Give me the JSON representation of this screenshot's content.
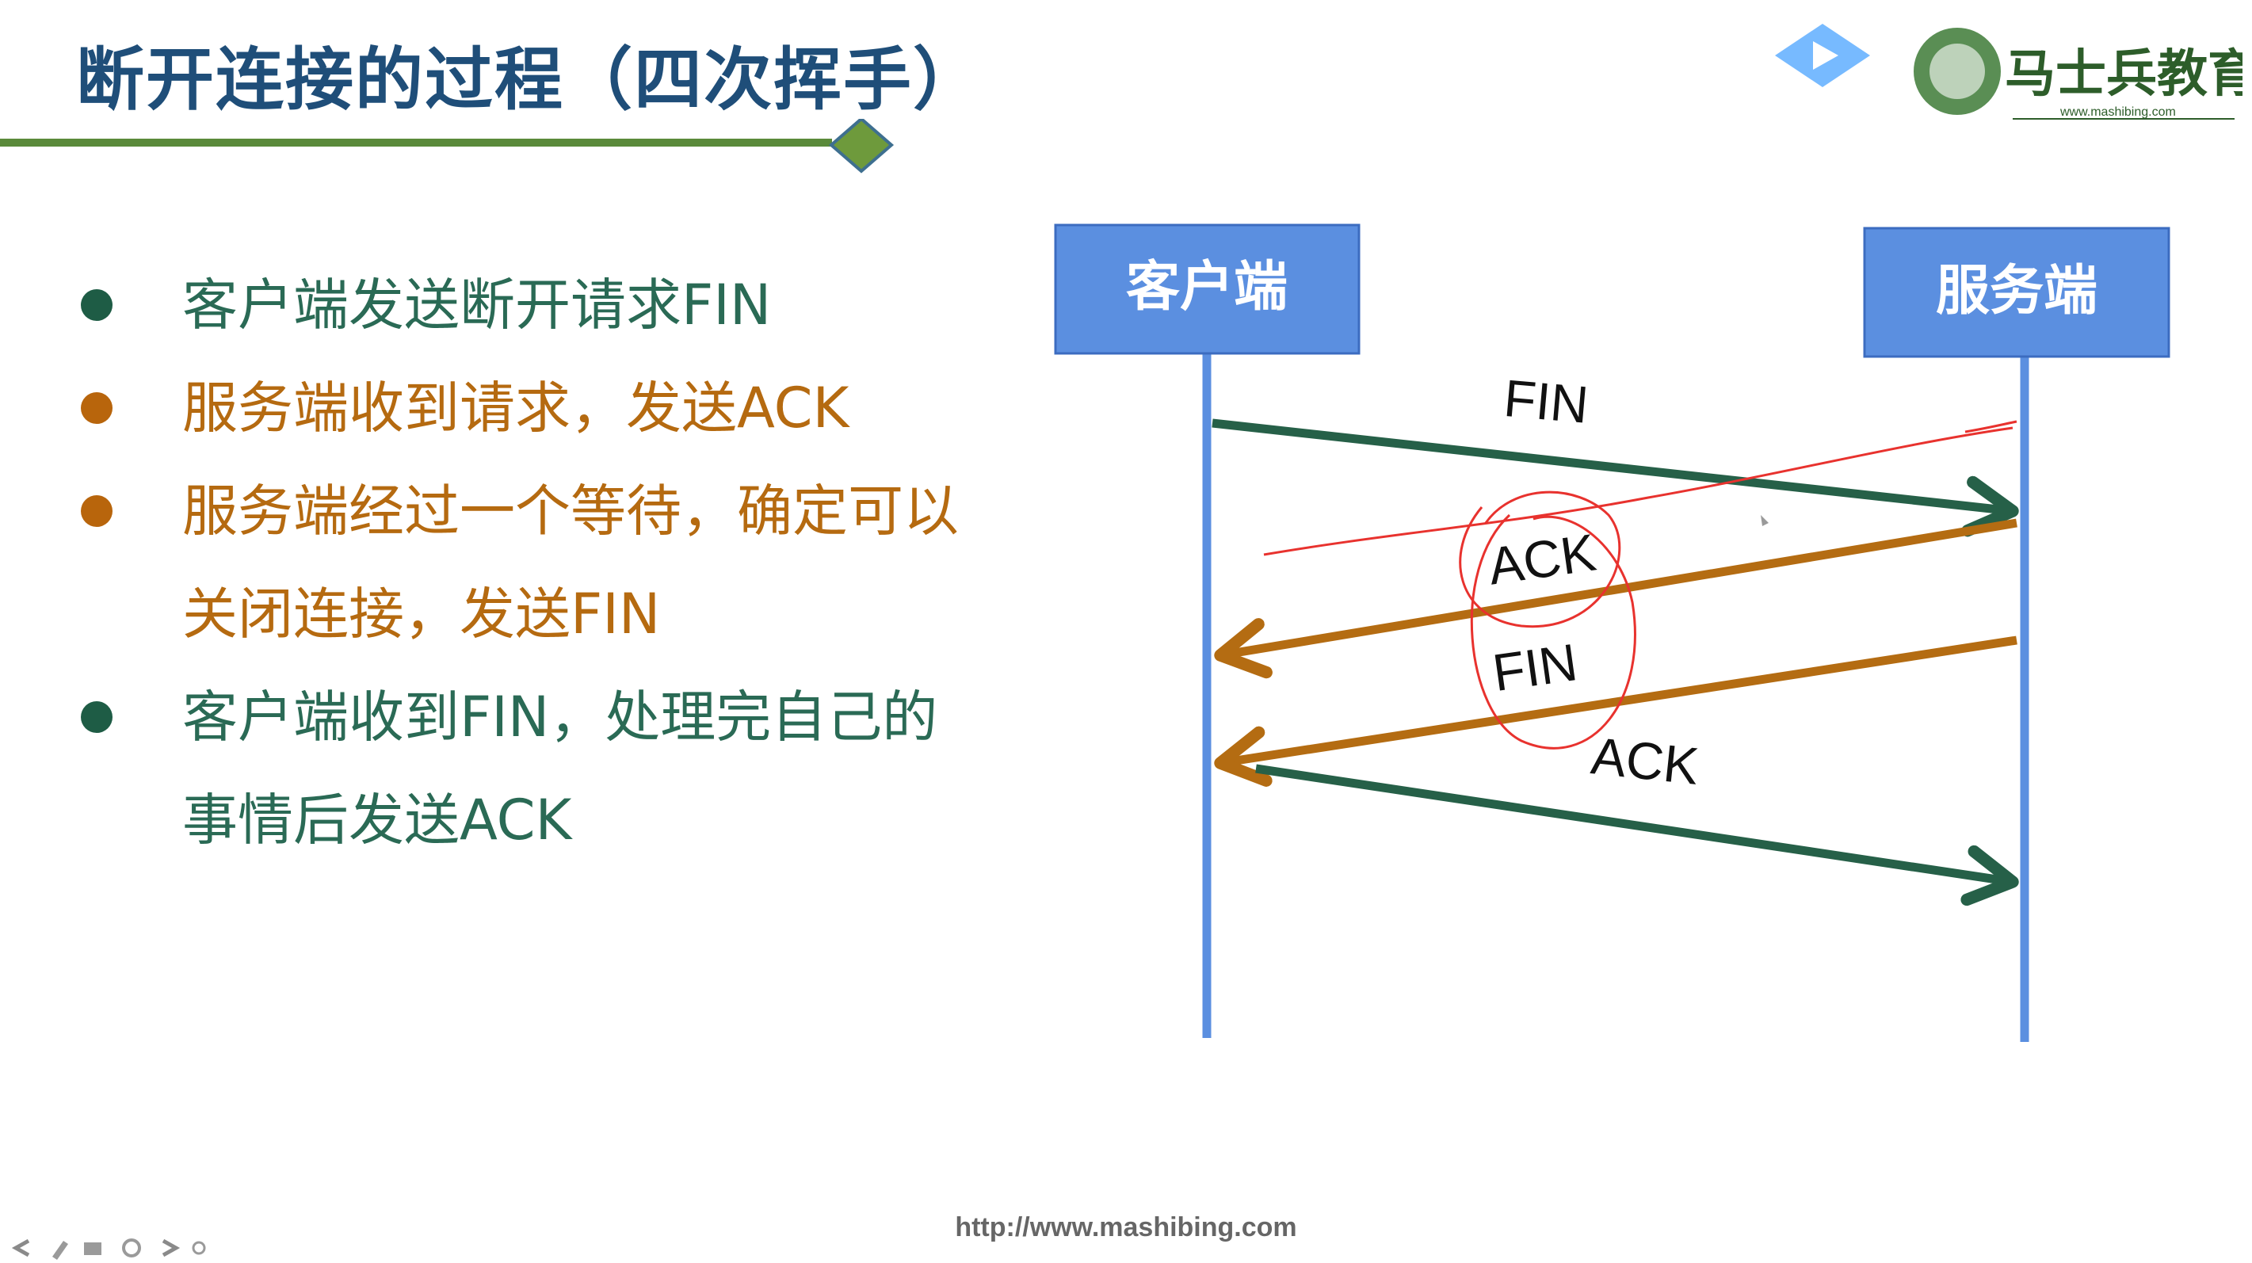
{
  "slide": {
    "title": "断开连接的过程（四次挥手）",
    "footer_url": "http://www.mashibing.com"
  },
  "bullets": [
    {
      "line1": "客户端发送断开请求FIN",
      "line2": "",
      "color": "green"
    },
    {
      "line1": "服务端收到请求，发送ACK",
      "line2": "",
      "color": "orange"
    },
    {
      "line1": "服务端经过一个等待，确定可以",
      "line2": "关闭连接，发送FIN",
      "color": "orange"
    },
    {
      "line1": "客户端收到FIN，处理完自己的",
      "line2": "事情后发送ACK",
      "color": "green"
    }
  ],
  "diagram": {
    "client_label": "客户端",
    "server_label": "服务端",
    "messages": [
      {
        "label": "FIN",
        "direction": "client-to-server",
        "color": "#266048"
      },
      {
        "label": "ACK",
        "direction": "server-to-client",
        "color": "#b46c12"
      },
      {
        "label": "FIN",
        "direction": "server-to-client",
        "color": "#b46c12"
      },
      {
        "label": "ACK",
        "direction": "client-to-server",
        "color": "#266048"
      }
    ]
  },
  "colors": {
    "title": "#1f4e79",
    "rule": "#5a8a3a",
    "box_fill": "#5b8fe0",
    "lifeline": "#5b8fe0",
    "green": "#266048",
    "orange": "#b46c12",
    "annotation": "#e8322e"
  },
  "logo": {
    "brand": "马士兵教育",
    "url": "www.mashibing.com"
  }
}
